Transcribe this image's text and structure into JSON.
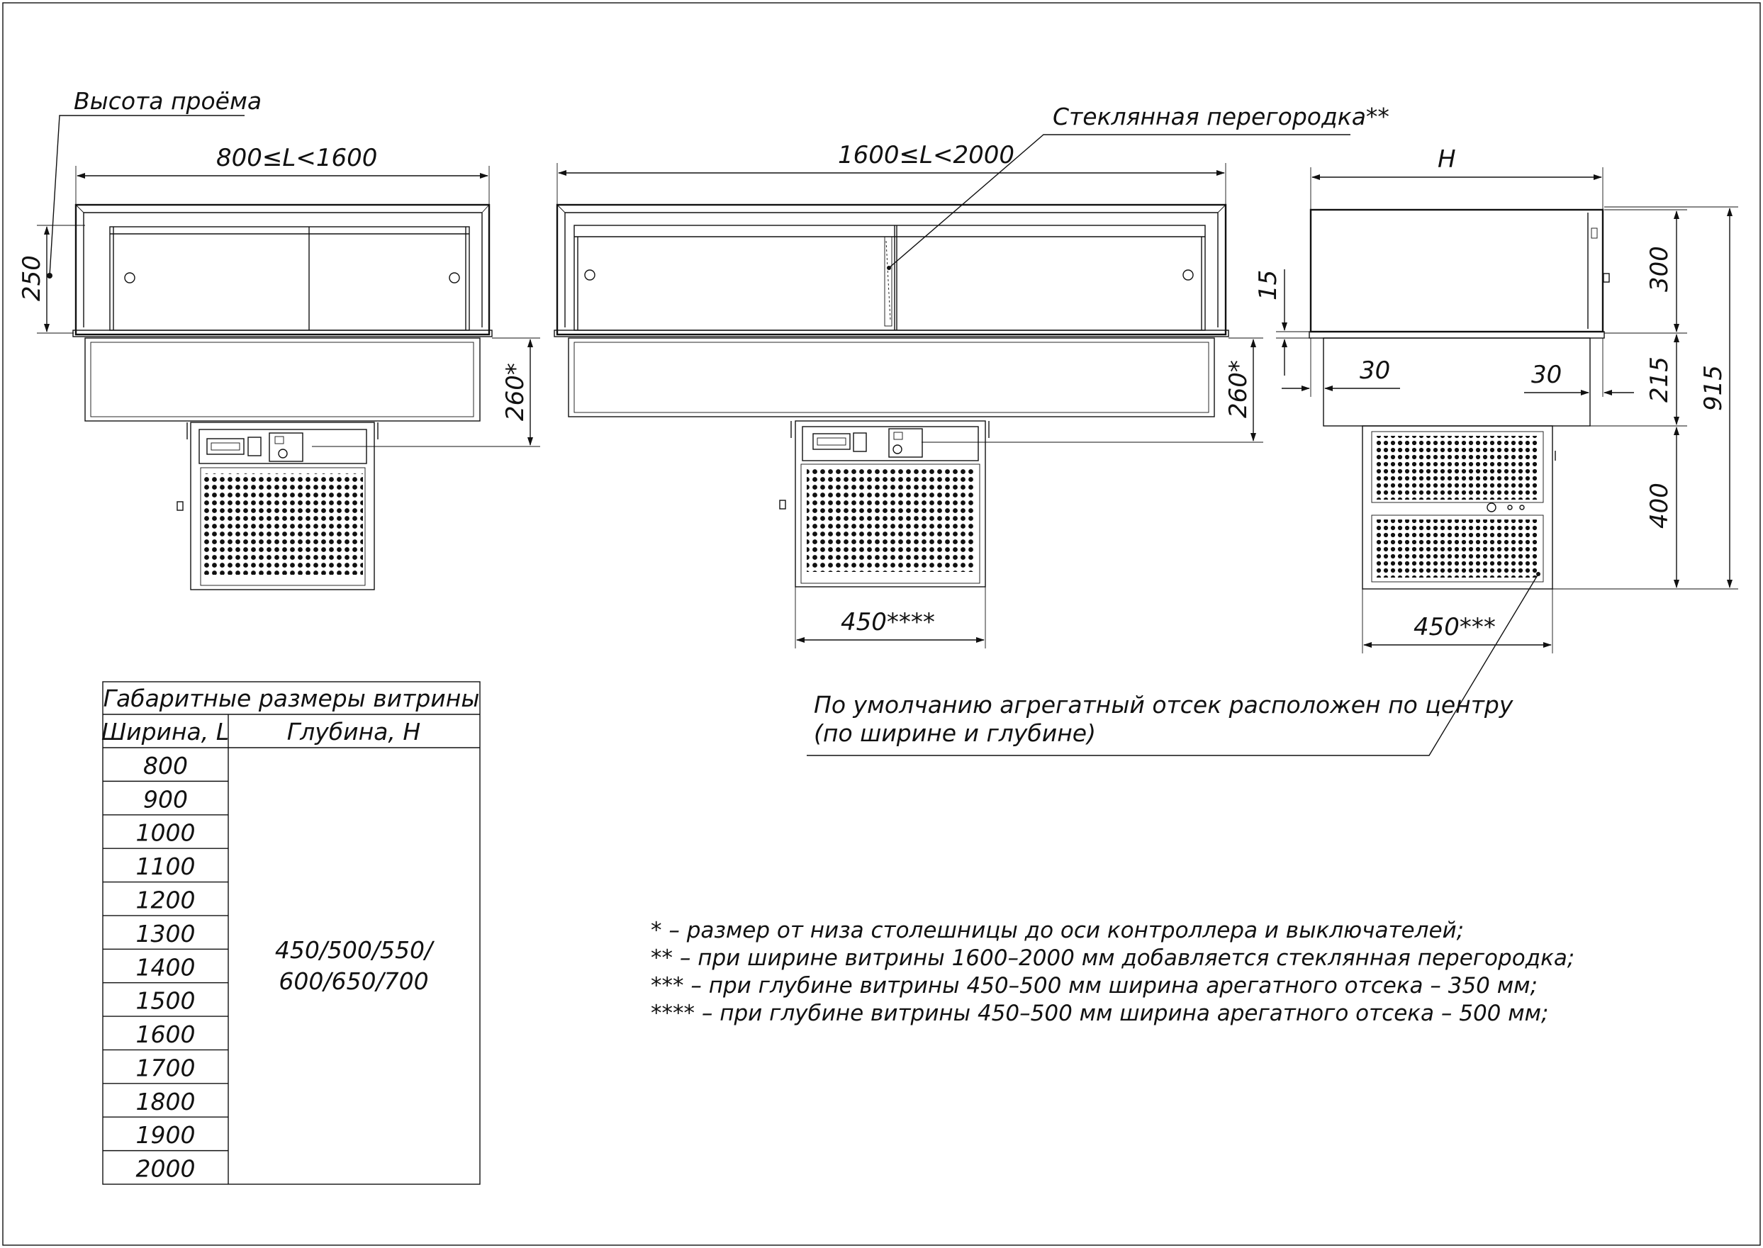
{
  "labels": {
    "opening_height": "Высота проёма",
    "glass_partition": "Стеклянная перегородка**",
    "default_position": [
      "По умолчанию агрегатный отсек расположен по центру",
      "(по ширине и глубине)"
    ]
  },
  "dimensions": {
    "view1_width": "800≤L<1600",
    "view1_height": "250",
    "view1_controller": "260*",
    "view2_width": "1600≤L<2000",
    "view2_controller": "260*",
    "view2_unit_width": "450****",
    "view3_depth": "H",
    "view3_15": "15",
    "view3_300": "300",
    "view3_30_left": "30",
    "view3_30_right": "30",
    "view3_215": "215",
    "view3_915": "915",
    "view3_400": "400",
    "view3_unit_width": "450***"
  },
  "table": {
    "title": "Габаритные размеры витрины",
    "col_width": "Ширина, L",
    "col_depth": "Глубина, H",
    "widths": [
      "800",
      "900",
      "1000",
      "1100",
      "1200",
      "1300",
      "1400",
      "1500",
      "1600",
      "1700",
      "1800",
      "1900",
      "2000"
    ],
    "depth_values": [
      "450/500/550/",
      "600/650/700"
    ]
  },
  "notes": [
    "* – размер от низа столешницы до оси контроллера и выключателей;",
    "** – при ширине витрины 1600–2000 мм добавляется стеклянная перегородка;",
    "*** – при глубине витрины 450–500 мм ширина арегатного отсека – 350 мм;",
    "**** – при глубине витрины 450–500 мм ширина арегатного отсека – 500 мм;"
  ]
}
